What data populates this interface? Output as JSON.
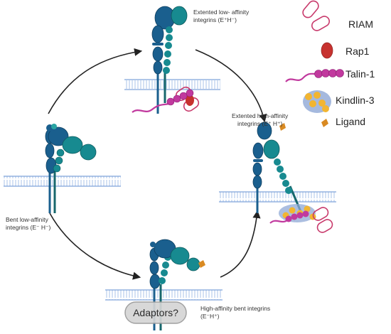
{
  "colors": {
    "dark_blue": "#1a5f8e",
    "teal": "#178a90",
    "light_teal": "#2aa5a3",
    "membrane": "#a9c3e8",
    "riam": "#c8396b",
    "rap1": "#c7322f",
    "talin": "#c1399e",
    "kindlin_core": "#f2b531",
    "kindlin_halo": "#8fa8d6",
    "ligand": "#d98a22",
    "adaptor_fill": "#d5d5d5",
    "arrow": "#222222"
  },
  "states": {
    "bent_low": {
      "line1": "Bent low-affinity",
      "line2": "integrins  (E⁻ H⁻)"
    },
    "extended_low": {
      "line1": "Extented low- affinity",
      "line2": "integrins  (E⁺H⁻)"
    },
    "extended_high": {
      "line1": "Extented high-affinity",
      "line2": "integrins  (E⁺ H⁺)"
    },
    "bent_high": {
      "line1": "High-affinity bent  integrins",
      "line2": "(E⁻H⁺)"
    }
  },
  "adaptors_label": "Adaptors?",
  "legend": [
    {
      "label": "RIAM",
      "icon": "riam-icon"
    },
    {
      "label": "Rap1",
      "icon": "rap1-icon"
    },
    {
      "label": "Talin-1",
      "icon": "talin-icon"
    },
    {
      "label": "Kindlin-3",
      "icon": "kindlin-icon"
    },
    {
      "label": "Ligand",
      "icon": "ligand-icon"
    }
  ]
}
